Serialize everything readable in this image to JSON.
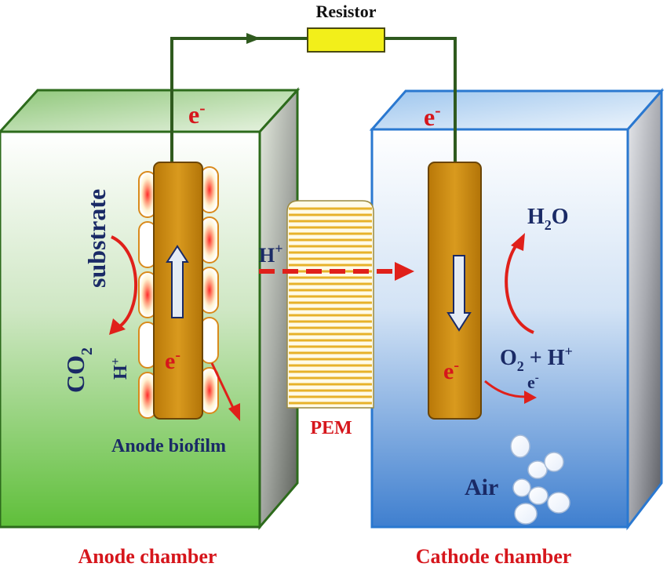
{
  "labels": {
    "resistor": "Resistor",
    "electron": "e",
    "electron_sup": "-",
    "proton": "H",
    "proton_sup": "+",
    "substrate": "substrate",
    "co2_main": "CO",
    "co2_sub": "2",
    "anode_h": "H",
    "anode_h_sup": "+",
    "anode_biofilm": "Anode biofilm",
    "pem": "PEM",
    "h2o_h": "H",
    "h2o_sub": "2",
    "h2o_o": "O",
    "o2_o": "O",
    "o2_sub": "2",
    "o2_plus": " + H",
    "o2_sup": "+",
    "cathode_e": "e",
    "cathode_e_sup": "-",
    "air": "Air",
    "anode_chamber": "Anode chamber",
    "cathode_chamber": "Cathode chamber"
  },
  "colors": {
    "anode_chamber": "#5aa83a",
    "cathode_chamber": "#3a86d6",
    "electrode": "#c98a12",
    "arrow_red": "#e0201a",
    "wire": "#2f5a1e",
    "label_navy": "#1a2a66",
    "label_red": "#d6161c",
    "resistor": "#f2ef1a"
  }
}
